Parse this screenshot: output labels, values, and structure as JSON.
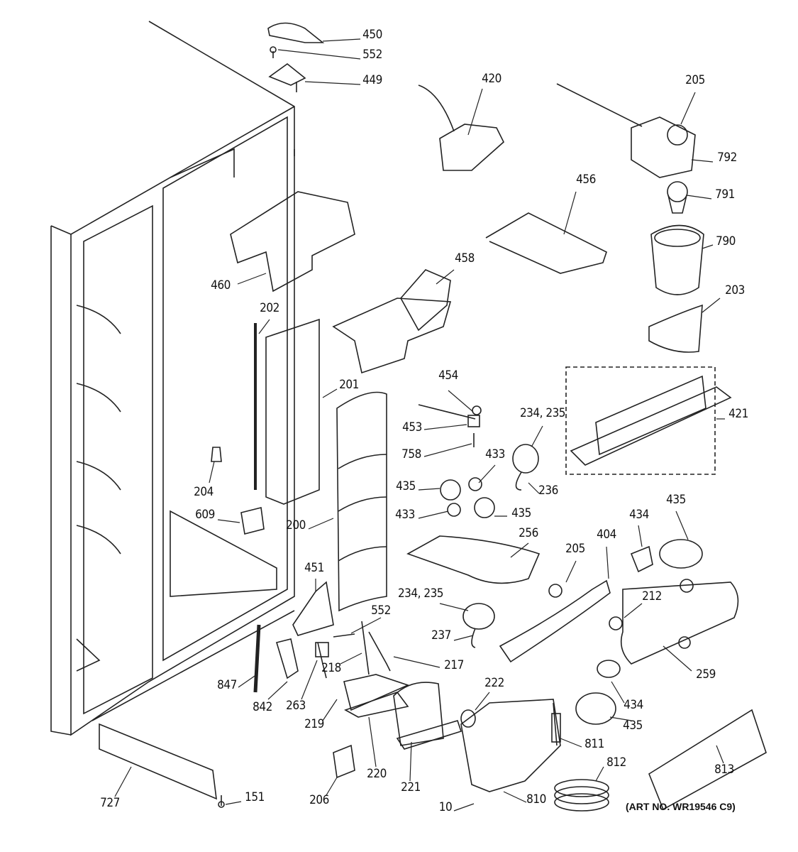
{
  "diagram": {
    "callouts": [
      "450",
      "552",
      "449",
      "420",
      "205",
      "792",
      "791",
      "456",
      "790",
      "460",
      "458",
      "203",
      "202",
      "201",
      "454",
      "453",
      "421",
      "234, 235",
      "758",
      "433",
      "236",
      "204",
      "435",
      "435",
      "433",
      "609",
      "200",
      "434",
      "435",
      "256",
      "205",
      "404",
      "451",
      "552",
      "234, 235",
      "212",
      "237",
      "218",
      "217",
      "259",
      "847",
      "222",
      "434",
      "842",
      "263",
      "219",
      "435",
      "811",
      "220",
      "812",
      "813",
      "221",
      "206",
      "727",
      "151",
      "810",
      "10"
    ],
    "art_number": "(ART NO. WR19546 C9)"
  }
}
